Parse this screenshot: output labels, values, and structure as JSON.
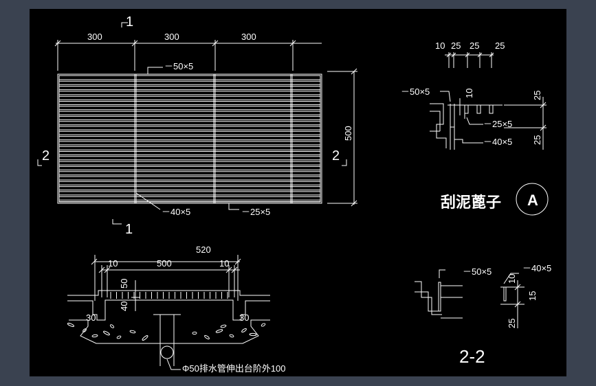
{
  "plan": {
    "dims_top": [
      "300",
      "300",
      "300"
    ],
    "dim_side": "500",
    "section_1": "1",
    "section_2": "2",
    "label_frame": "－50×5",
    "label_bottom": "－40×5",
    "label_bars": "－25×5"
  },
  "detail_a": {
    "dims_top": [
      "10",
      "25",
      "25",
      "25"
    ],
    "label_frame": "－50×5",
    "label_bars": "－25×5",
    "label_bottom": "－40×5",
    "dim_10": "10",
    "dims_right": [
      "25",
      "25"
    ],
    "title": "刮泥蓖子",
    "marker": "A"
  },
  "section_11": {
    "dim_total": "520",
    "dims": [
      "10",
      "500",
      "10"
    ],
    "dim_50": "50",
    "dim_40": "40",
    "dim_30_left": "30",
    "dim_30_right": "30",
    "pipe_note": "Φ50排水管伸出台阶外100"
  },
  "section_22": {
    "label_frame": "－50×5",
    "label_bottom": "－40×5",
    "dim_10": "10",
    "dim_15": "15",
    "dim_25": "25",
    "title": "2-2"
  }
}
